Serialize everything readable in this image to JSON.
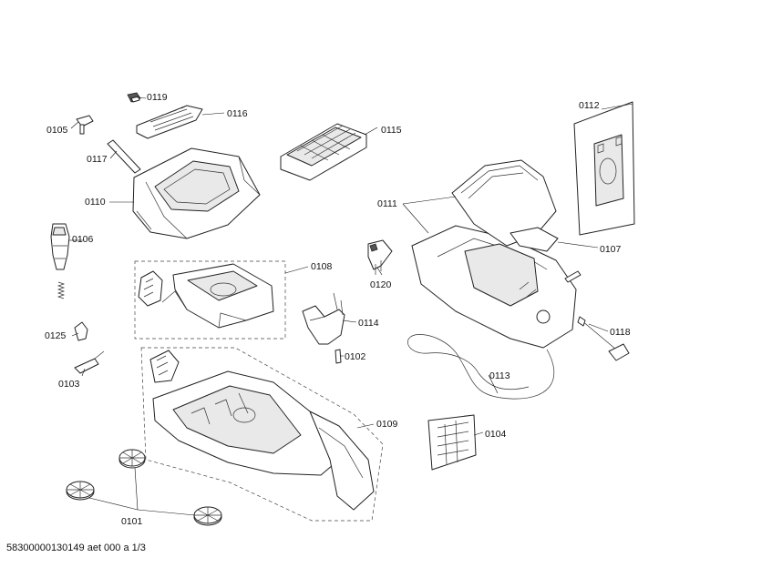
{
  "title": "Exploded parts diagram (vacuum cleaner)",
  "parts": [
    {
      "id": "p0101",
      "label": "0101"
    },
    {
      "id": "p0102",
      "label": "0102"
    },
    {
      "id": "p0103",
      "label": "0103"
    },
    {
      "id": "p0104",
      "label": "0104"
    },
    {
      "id": "p0105",
      "label": "0105"
    },
    {
      "id": "p0106",
      "label": "0106"
    },
    {
      "id": "p0107",
      "label": "0107"
    },
    {
      "id": "p0108",
      "label": "0108"
    },
    {
      "id": "p0109",
      "label": "0109"
    },
    {
      "id": "p0110",
      "label": "0110"
    },
    {
      "id": "p0111",
      "label": "0111"
    },
    {
      "id": "p0112",
      "label": "0112"
    },
    {
      "id": "p0113",
      "label": "0113"
    },
    {
      "id": "p0114",
      "label": "0114"
    },
    {
      "id": "p0115",
      "label": "0115"
    },
    {
      "id": "p0116",
      "label": "0116"
    },
    {
      "id": "p0117",
      "label": "0117"
    },
    {
      "id": "p0118",
      "label": "0118"
    },
    {
      "id": "p0119",
      "label": "0119"
    },
    {
      "id": "p0120",
      "label": "0120"
    },
    {
      "id": "p0125",
      "label": "0125"
    }
  ],
  "footer": "58300000130149 aet 000 a 1/3"
}
